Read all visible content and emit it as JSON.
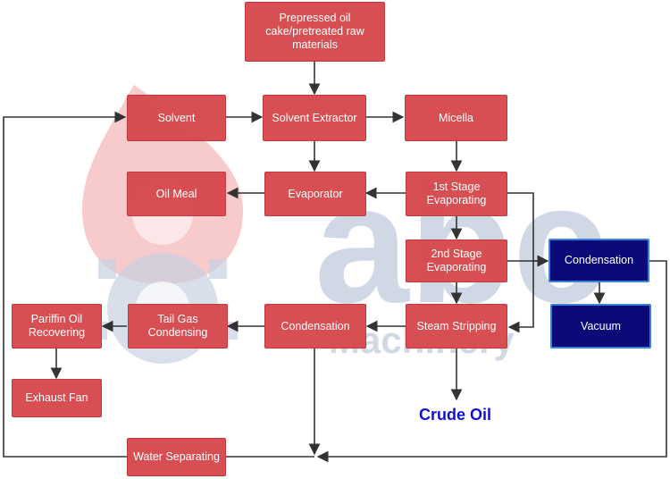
{
  "nodes": {
    "prepressed": "Prepressed oil cake/pretreated raw materials",
    "solvent": "Solvent",
    "extractor": "Solvent Extractor",
    "micella": "Micella",
    "oil_meal": "Oil Meal",
    "evaporator": "Evaporator",
    "stage1": "1st Stage Evaporating",
    "stage2": "2nd Stage Evaporating",
    "condensation_blue": "Condensation",
    "vacuum": "Vacuum",
    "pariffin": "Pariffin Oil Recovering",
    "tailgas": "Tail Gas Condensing",
    "condensation_red": "Condensation",
    "steam": "Steam Stripping",
    "exhaust": "Exhaust Fan",
    "water": "Water Separating"
  },
  "result_label": "Crude Oil",
  "watermark": {
    "logo": "abc",
    "sub": "Machinery"
  },
  "colors": {
    "node": "#d6484c",
    "accent_node": "#0a0a78",
    "accent_border": "#3a83d8",
    "result_text": "#1010d8",
    "line": "#333333"
  }
}
